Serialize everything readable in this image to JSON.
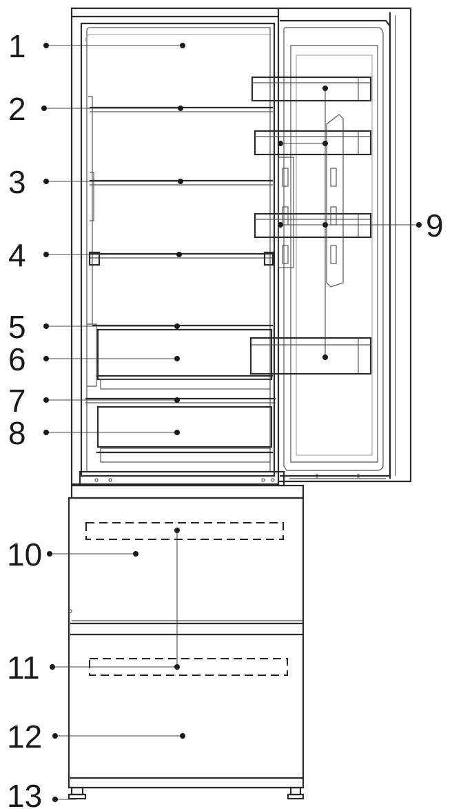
{
  "callouts": {
    "n1": "1",
    "n2": "2",
    "n3": "3",
    "n4": "4",
    "n5": "5",
    "n6": "6",
    "n7": "7",
    "n8": "8",
    "n9": "9",
    "n10": "10",
    "n11": "11",
    "n12": "12",
    "n13": "13"
  },
  "colors": {
    "line": "#2b2b2b",
    "background": "#ffffff"
  }
}
